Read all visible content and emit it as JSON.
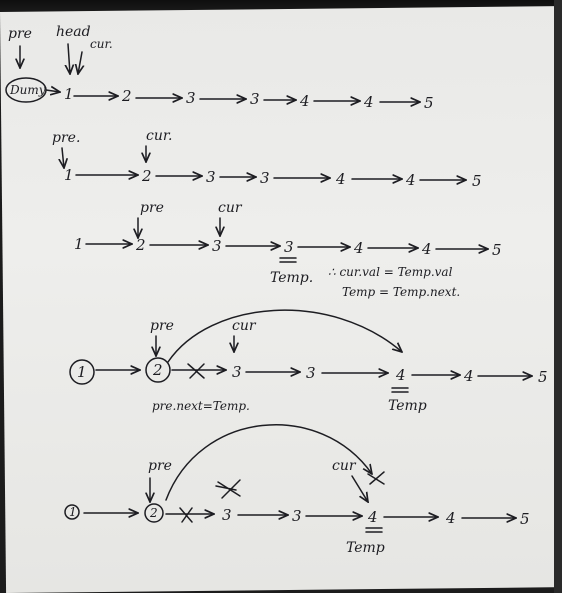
{
  "rows": [
    {
      "nodes": [
        {
          "label": "1"
        },
        {
          "label": "2"
        },
        {
          "label": "3"
        },
        {
          "label": "3"
        },
        {
          "label": "4"
        },
        {
          "label": "4"
        },
        {
          "label": "5"
        }
      ],
      "head_node": {
        "label": "Dumy"
      },
      "pointers": [
        {
          "label": "pre"
        },
        {
          "label": "head"
        },
        {
          "label": "cur."
        }
      ]
    },
    {
      "nodes": [
        {
          "label": "1"
        },
        {
          "label": "2"
        },
        {
          "label": "3"
        },
        {
          "label": "3"
        },
        {
          "label": "4"
        },
        {
          "label": "4"
        },
        {
          "label": "5"
        }
      ],
      "pointers": [
        {
          "label": "pre."
        },
        {
          "label": "cur."
        }
      ]
    },
    {
      "nodes": [
        {
          "label": "1"
        },
        {
          "label": "2"
        },
        {
          "label": "3"
        },
        {
          "label": "3"
        },
        {
          "label": "4"
        },
        {
          "label": "4"
        },
        {
          "label": "5"
        }
      ],
      "pointers": [
        {
          "label": "pre"
        },
        {
          "label": "cur"
        }
      ],
      "temp_label": "Temp.",
      "notes": [
        "∴ cur.val = Temp.val",
        "Temp = Temp.next."
      ]
    },
    {
      "nodes": [
        {
          "label": "1"
        },
        {
          "label": "2"
        },
        {
          "label": "3"
        },
        {
          "label": "3"
        },
        {
          "label": "4"
        },
        {
          "label": "4"
        },
        {
          "label": "5"
        }
      ],
      "pointers": [
        {
          "label": "pre"
        },
        {
          "label": "cur"
        }
      ],
      "temp_label": "Temp",
      "notes": [
        "pre.next=Temp."
      ]
    },
    {
      "nodes": [
        {
          "label": "1"
        },
        {
          "label": "2"
        },
        {
          "label": "3"
        },
        {
          "label": "3"
        },
        {
          "label": "4"
        },
        {
          "label": "4"
        },
        {
          "label": "5"
        }
      ],
      "pointers": [
        {
          "label": "pre"
        },
        {
          "label": "cur"
        }
      ],
      "temp_label": "Temp"
    }
  ]
}
